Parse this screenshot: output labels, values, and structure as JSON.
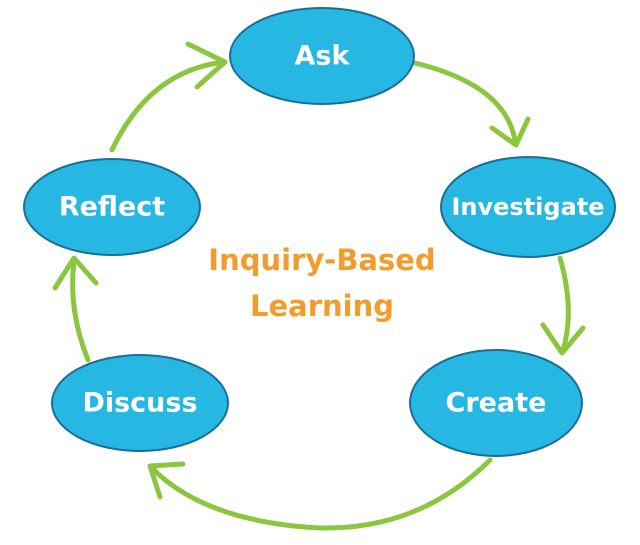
{
  "diagram": {
    "center_title_line1": "Inquiry-Based",
    "center_title_line2": "Learning",
    "nodes": [
      {
        "label": "Ask"
      },
      {
        "label": "Investigate"
      },
      {
        "label": "Create"
      },
      {
        "label": "Discuss"
      },
      {
        "label": "Reflect"
      }
    ]
  },
  "colors": {
    "node_fill": "#26b7e3",
    "node_stroke": "#1a6f9a",
    "arrow": "#8cc63f",
    "center_text": "#f39c2e",
    "node_text": "#ffffff"
  }
}
